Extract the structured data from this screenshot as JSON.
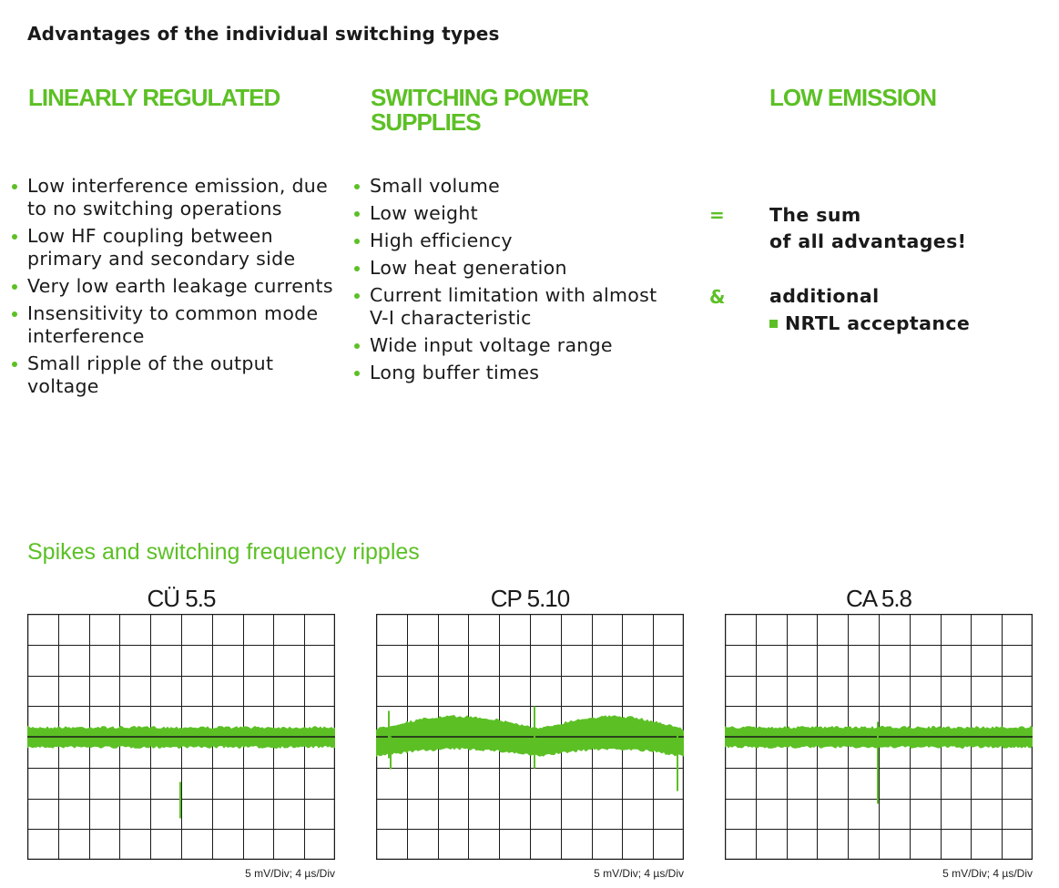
{
  "title": "Advantages of the individual switching types",
  "columns": [
    {
      "heading": "LINEARLY REGULATED",
      "items": [
        "Low interference emission, due to no switching operations",
        "Low HF coupling between primary and secondary side",
        "Very low earth leakage currents",
        "Insensitivity to common mode interference",
        "Small ripple of the output voltage"
      ]
    },
    {
      "heading": "SWITCHING POWER SUPPLIES",
      "items": [
        "Small volume",
        "Low weight",
        "High efficiency",
        "Low heat generation",
        "Current limitation with almost V-I characteristic",
        "Wide input voltage range",
        "Long buffer times"
      ]
    },
    {
      "heading": "LOW EMISSION",
      "equals_symbol": "=",
      "sum_line1": "The sum",
      "sum_line2": "of all advantages!",
      "and_symbol": "&",
      "additional": "additional",
      "nrtl": "NRTL acceptance"
    }
  ],
  "section_title": "Spikes and switching frequency ripples",
  "scopes": [
    {
      "label": "CÜ 5.5",
      "scale": "5 mV/Div; 4 µs/Div"
    },
    {
      "label": "CP 5.10",
      "scale": "5 mV/Div; 4 µs/Div"
    },
    {
      "label": "CA 5.8",
      "scale": "5 mV/Div; 4 µs/Div"
    }
  ],
  "colors": {
    "accent": "#5cc025",
    "grid": "#1a1a1a"
  }
}
